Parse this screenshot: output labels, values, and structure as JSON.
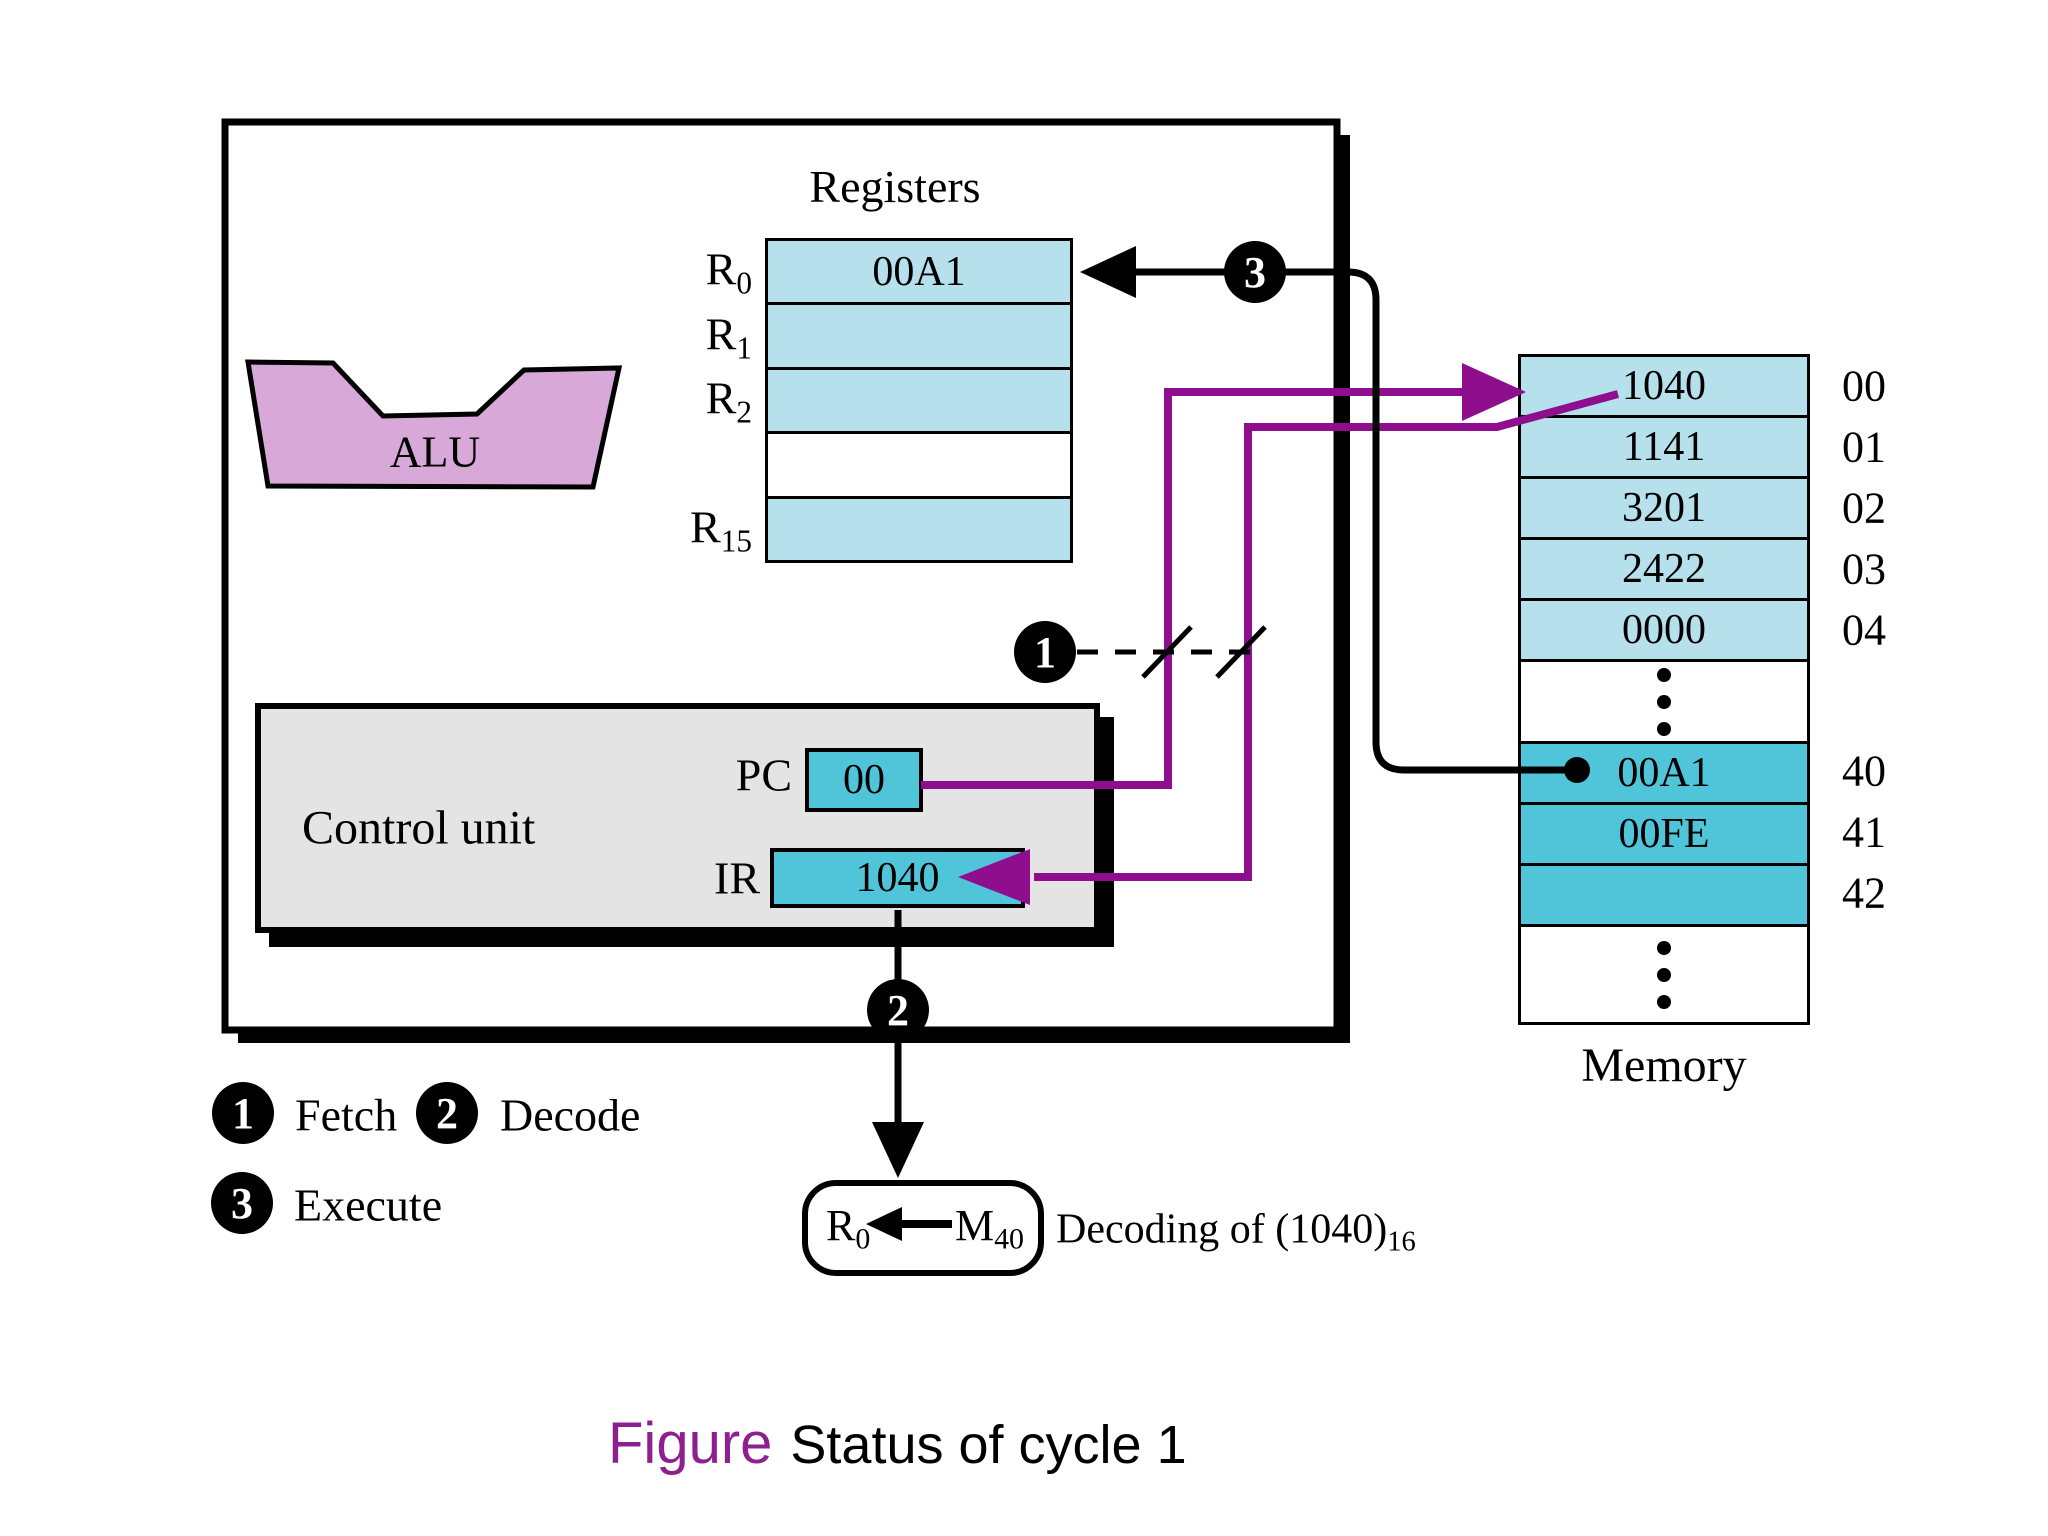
{
  "colors": {
    "cell_light": "#b6e0ec",
    "cell_dark": "#50c5da",
    "alu_fill": "#d8a8d8",
    "line_purple": "#8e0e8e",
    "caption_purple": "#8e1f90",
    "control_gray": "#e4e4e4",
    "line_black": "#000000"
  },
  "cpu": {
    "registers": {
      "title": "Registers",
      "rows": [
        {
          "label": "R",
          "sub": "0",
          "value": "00A1"
        },
        {
          "label": "R",
          "sub": "1",
          "value": ""
        },
        {
          "label": "R",
          "sub": "2",
          "value": ""
        },
        {
          "label": "",
          "sub": "",
          "value": ""
        },
        {
          "label": "R",
          "sub": "15",
          "value": ""
        }
      ]
    },
    "alu_label": "ALU",
    "control_unit": {
      "label": "Control unit",
      "pc_label": "PC",
      "pc_value": "00",
      "ir_label": "IR",
      "ir_value": "1040"
    }
  },
  "memory": {
    "label": "Memory",
    "cells": [
      {
        "value": "1040",
        "address": "00"
      },
      {
        "value": "1141",
        "address": "01"
      },
      {
        "value": "3201",
        "address": "02"
      },
      {
        "value": "2422",
        "address": "03"
      },
      {
        "value": "0000",
        "address": "04"
      },
      {
        "value": "00A1",
        "address": "40"
      },
      {
        "value": "00FE",
        "address": "41"
      },
      {
        "value": "",
        "address": "42"
      }
    ]
  },
  "badges": {
    "fetch": "1",
    "decode": "2",
    "execute": "3"
  },
  "legend": [
    {
      "num": "1",
      "label": "Fetch"
    },
    {
      "num": "2",
      "label": "Decode"
    },
    {
      "num": "3",
      "label": "Execute"
    }
  ],
  "decode_box": {
    "dest": "R",
    "dest_sub": "0",
    "src": "M",
    "src_sub": "40"
  },
  "decode_note": {
    "text": "Decoding of (1040)",
    "sub": "16"
  },
  "caption": {
    "label": "Figure",
    "title": "Status of cycle 1"
  }
}
